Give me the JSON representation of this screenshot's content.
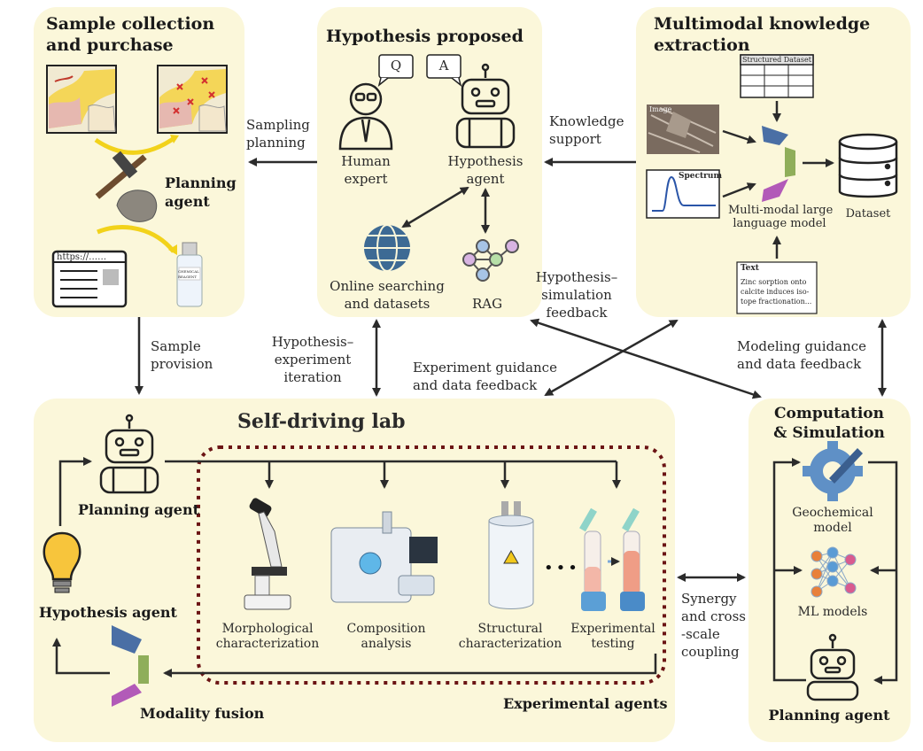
{
  "panels": {
    "sample": {
      "title_line1": "Sample collection",
      "title_line2": "and purchase",
      "agent": "Planning agent",
      "url": "https://……",
      "bottle": "CHEMICAL REAGENT"
    },
    "hypothesis": {
      "title": "Hypothesis proposed",
      "q": "Q",
      "a": "A",
      "human_line1": "Human",
      "human_line2": "expert",
      "agent_line1": "Hypothesis",
      "agent_line2": "agent",
      "online_line1": "Online searching",
      "online_line2": "and datasets",
      "rag": "RAG"
    },
    "multimodal": {
      "title_line1": "Multimodal knowledge",
      "title_line2": "extraction",
      "structured": "Structured Dataset",
      "image": "Image",
      "spectrum": "Spectrum",
      "llm_line1": "Multi-modal large",
      "llm_line2": "language model",
      "dataset": "Dataset",
      "text_title": "Text",
      "text_line1": "Zinc sorption onto",
      "text_line2": "calcite induces iso-",
      "text_line3": "tope fractionation..."
    },
    "lab": {
      "title": "Self-driving lab",
      "planning_agent": "Planning agent",
      "hypothesis_agent": "Hypothesis agent",
      "modality_fusion": "Modality fusion",
      "experimental_agents": "Experimental agents",
      "morph_line1": "Morphological",
      "morph_line2": "characterization",
      "comp_line1": "Composition",
      "comp_line2": "analysis",
      "struct_line1": "Structural",
      "struct_line2": "characterization",
      "exp_line1": "Experimental",
      "exp_line2": "testing",
      "dots": "•••"
    },
    "compute": {
      "title_line1": "Computation",
      "title_line2": "& Simulation",
      "geo_line1": "Geochemical",
      "geo_line2": "model",
      "ml": "ML models",
      "planning": "Planning agent"
    }
  },
  "arrows": {
    "sampling_line1": "Sampling",
    "sampling_line2": "planning",
    "knowledge_line1": "Knowledge",
    "knowledge_line2": "support",
    "sample_line1": "Sample",
    "sample_line2": "provision",
    "hexp_line1": "Hypothesis–",
    "hexp_line2": "experiment",
    "hexp_line3": "iteration",
    "hsim_line1": "Hypothesis–",
    "hsim_line2": "simulation",
    "hsim_line3": "feedback",
    "expg_line1": "Experiment guidance",
    "expg_line2": "and data feedback",
    "model_line1": "Modeling guidance",
    "model_line2": "and data feedback",
    "syn_line1": "Synergy",
    "syn_line2": "and cross",
    "syn_line3": "-scale",
    "syn_line4": "coupling"
  },
  "colors": {
    "panel": "#fbf7da",
    "arrow": "#2b2b2b",
    "dotted_border": "#6b1414",
    "fusion_blue": "#4a6fa5",
    "fusion_green": "#8fae5a",
    "fusion_purple": "#b25ab8"
  }
}
